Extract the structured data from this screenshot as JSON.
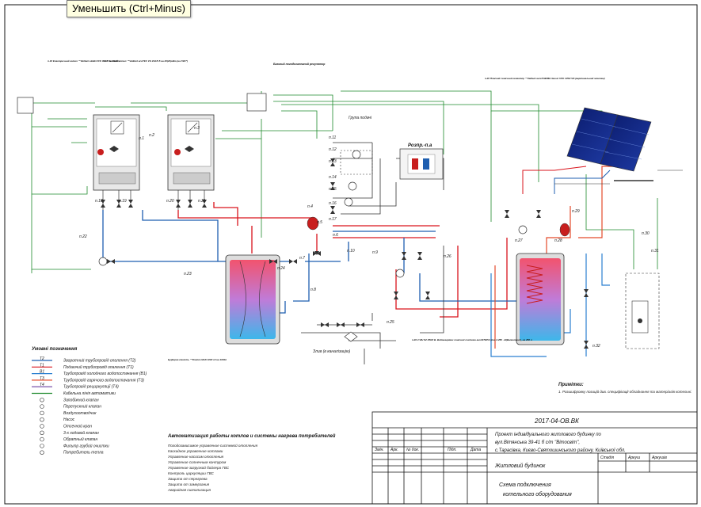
{
  "tooltip": "Уменьшить (Ctrl+Minus)",
  "colors": {
    "supply": "#d9141c",
    "return": "#1f5fb0",
    "dhw": "#e44a2a",
    "cold": "#2a7fd0",
    "green": "#1f8a2c",
    "gray": "#777777"
  },
  "labels": {
    "boiler1": "п.18 Електричний котел ™Vaillant eloBLOCK VE18 на 18кВт",
    "boiler2": "п.17 Газовий котел ™Vaillant ecoTEC VU 24A/5-5 на 20(24)кВт (на ГВС*)",
    "controller": "Базовий погодозалежний регулятор",
    "collector": "п.20 Плаский сонячний колектор ™Vaillant auroTHERM classic VFK 135/2 VD (вертикальний монтаж)",
    "buffer": "Буферна ємність ™Drazice NAD 1000 v3 на 1000л",
    "boiler_dhw": "п.20.3 VIH S2 250/2 B. Водонагрівач сонячної системи auroSTEP/4 plus 2.250 - B(Валентний), на 250 л",
    "distributor": "Розпр.-п.а",
    "safety_note": "Злив (в каналізацію)",
    "boiler_fuel": "Група подачі"
  },
  "legend": {
    "title": "Умовні позначення",
    "items": [
      {
        "code": "T2",
        "text": "Зворотний трубопровід опалення (Т2)",
        "color": "#1f5fb0"
      },
      {
        "code": "T1",
        "text": "Подаючий трубопровід опалення (Т1)",
        "color": "#d9141c"
      },
      {
        "code": "B1",
        "text": "Трубопровід холодного водопостачання (В1)",
        "color": "#2a7fd0"
      },
      {
        "code": "T3",
        "text": "Трубопровід гарячого водопостачання (Т3)",
        "color": "#e44a2a"
      },
      {
        "code": "T4",
        "text": "Трубопровід рециркуляції (Т4)",
        "color": "#6b3fa0"
      },
      {
        "code": "",
        "text": "Кабельна лінія автоматики",
        "color": "#1f8a2c"
      },
      {
        "code": "",
        "text": "Запобіжний клапан",
        "color": "#333333"
      },
      {
        "code": "",
        "text": "Перепускний клапан",
        "color": "#333333"
      },
      {
        "code": "",
        "text": "Воздухоотводчик",
        "color": "#333333"
      },
      {
        "code": "",
        "text": "Насос",
        "color": "#333333"
      },
      {
        "code": "",
        "text": "Отсечной кран",
        "color": "#333333"
      },
      {
        "code": "",
        "text": "3-х ходовой клапан",
        "color": "#333333"
      },
      {
        "code": "",
        "text": "Обратный клапан",
        "color": "#333333"
      },
      {
        "code": "",
        "text": "Фильтр грубой очистки",
        "color": "#333333"
      },
      {
        "code": "",
        "text": "Потребитель тепла",
        "color": "#333333"
      }
    ]
  },
  "automation": {
    "title": "Автоматизация работы котлов и системы нагрева потребителей",
    "lines": [
      "Погодозависимое управление системой отопления",
      "Каскадное управление котлами",
      "Управление насосом отопления",
      "Управление солнечным контуром",
      "Управление загрузкой бойлера ГВС",
      "Контроль циркуляции ГВС",
      "Защита от перегрева",
      "Защита от замерзания",
      "Аварийная сигнализация"
    ]
  },
  "notes": {
    "title": "Примітки:",
    "text": "1. Розшифровку позицій див. специфікації обладнання та матеріалів котельні."
  },
  "title_block": {
    "code": "2017-04-ОВ.ВК",
    "project": "Проект індивідуального житлового будинку по вул.Вітянська 39-41 б с/т \"Вітосвіт\", с.Тарасівка, Києво-Святошинського району, Київської обл.",
    "building": "Житловий будинок",
    "sheet_name": "Схема подключения котельного оборудования",
    "cols": [
      "Змін.",
      "Арк.",
      "№ док.",
      "Підп.",
      "Дата"
    ],
    "stage_cols": [
      "Стадія",
      "Аркуш",
      "Аркушів"
    ]
  },
  "positions": [
    "п.1",
    "п.2",
    "п.3",
    "п.4",
    "п.5",
    "п.6",
    "п.7",
    "п.8",
    "п.9",
    "п.10",
    "п.11",
    "п.12",
    "п.13",
    "п.14",
    "п.15",
    "п.16",
    "п.17",
    "п.18",
    "п.19",
    "п.20",
    "п.21",
    "п.22",
    "п.23",
    "п.24",
    "п.25",
    "п.26",
    "п.27",
    "п.28",
    "п.29",
    "п.30",
    "п.31",
    "п.32"
  ]
}
